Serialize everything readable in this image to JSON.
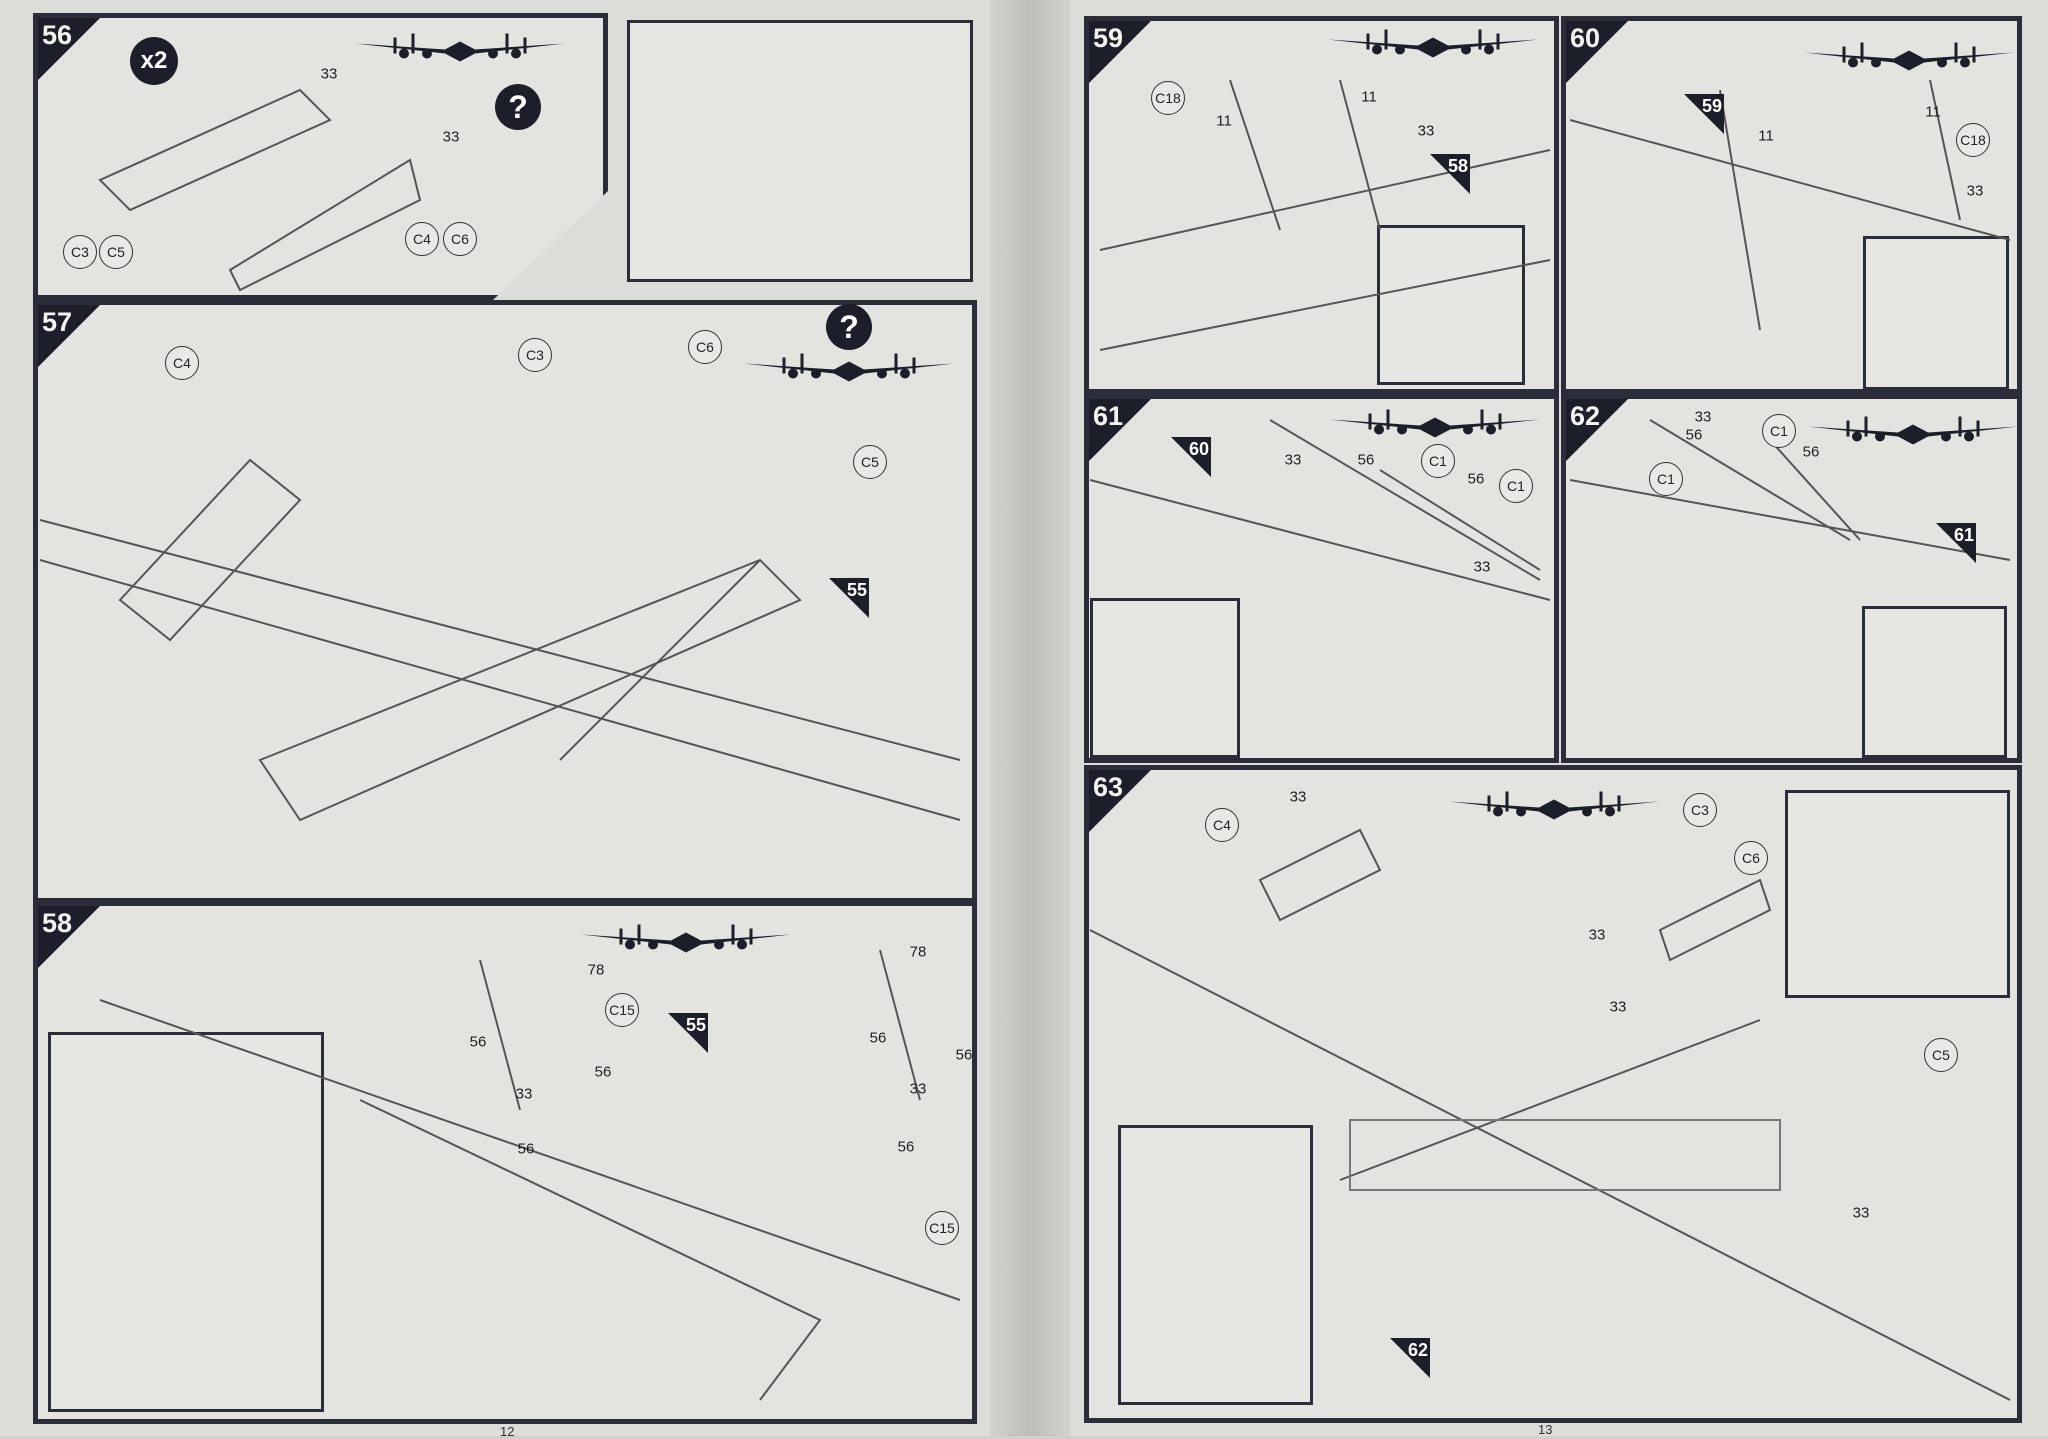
{
  "pages": [
    {
      "number": "12"
    },
    {
      "number": "13"
    }
  ],
  "panels": {
    "p56": {
      "step": "56",
      "labels": [
        {
          "text": "x2",
          "kind": "mult"
        },
        {
          "text": "33",
          "kind": "num"
        },
        {
          "text": "33",
          "kind": "num"
        },
        {
          "text": "C3",
          "kind": "part"
        },
        {
          "text": "C5",
          "kind": "part"
        },
        {
          "text": "C4",
          "kind": "part"
        },
        {
          "text": "C6",
          "kind": "part"
        },
        {
          "text": "?",
          "kind": "q"
        }
      ]
    },
    "p57": {
      "step": "57",
      "labels": [
        {
          "text": "C4",
          "kind": "part"
        },
        {
          "text": "C3",
          "kind": "part"
        },
        {
          "text": "C6",
          "kind": "part"
        },
        {
          "text": "C5",
          "kind": "part"
        },
        {
          "text": "55",
          "kind": "ref"
        },
        {
          "text": "?",
          "kind": "q"
        }
      ]
    },
    "p58": {
      "step": "58",
      "labels": [
        {
          "text": "78",
          "kind": "num"
        },
        {
          "text": "C15",
          "kind": "part"
        },
        {
          "text": "56",
          "kind": "num"
        },
        {
          "text": "56",
          "kind": "num"
        },
        {
          "text": "33",
          "kind": "num"
        },
        {
          "text": "56",
          "kind": "num"
        },
        {
          "text": "55",
          "kind": "ref"
        },
        {
          "text": "78",
          "kind": "num"
        },
        {
          "text": "56",
          "kind": "num"
        },
        {
          "text": "56",
          "kind": "num"
        },
        {
          "text": "33",
          "kind": "num"
        },
        {
          "text": "56",
          "kind": "num"
        },
        {
          "text": "C15",
          "kind": "part"
        }
      ]
    },
    "p59": {
      "step": "59",
      "labels": [
        {
          "text": "C18",
          "kind": "part"
        },
        {
          "text": "11",
          "kind": "num"
        },
        {
          "text": "11",
          "kind": "num"
        },
        {
          "text": "33",
          "kind": "num"
        },
        {
          "text": "58",
          "kind": "ref"
        }
      ]
    },
    "p60": {
      "step": "60",
      "labels": [
        {
          "text": "59",
          "kind": "ref"
        },
        {
          "text": "11",
          "kind": "num"
        },
        {
          "text": "11",
          "kind": "num"
        },
        {
          "text": "C18",
          "kind": "part"
        },
        {
          "text": "33",
          "kind": "num"
        }
      ]
    },
    "p61": {
      "step": "61",
      "labels": [
        {
          "text": "60",
          "kind": "ref"
        },
        {
          "text": "33",
          "kind": "num"
        },
        {
          "text": "56",
          "kind": "num"
        },
        {
          "text": "C1",
          "kind": "part"
        },
        {
          "text": "56",
          "kind": "num"
        },
        {
          "text": "C1",
          "kind": "part"
        },
        {
          "text": "33",
          "kind": "num"
        }
      ]
    },
    "p62": {
      "step": "62",
      "labels": [
        {
          "text": "33",
          "kind": "num"
        },
        {
          "text": "56",
          "kind": "num"
        },
        {
          "text": "C1",
          "kind": "part"
        },
        {
          "text": "C1",
          "kind": "part"
        },
        {
          "text": "56",
          "kind": "num"
        },
        {
          "text": "61",
          "kind": "ref"
        }
      ]
    },
    "p63": {
      "step": "63",
      "labels": [
        {
          "text": "C4",
          "kind": "part"
        },
        {
          "text": "33",
          "kind": "num"
        },
        {
          "text": "C3",
          "kind": "part"
        },
        {
          "text": "C6",
          "kind": "part"
        },
        {
          "text": "33",
          "kind": "num"
        },
        {
          "text": "33",
          "kind": "num"
        },
        {
          "text": "C5",
          "kind": "part"
        },
        {
          "text": "33",
          "kind": "num"
        },
        {
          "text": "62",
          "kind": "ref"
        }
      ]
    }
  },
  "icons": {
    "plane": "aircraft-front-view-icon",
    "question": "question-icon"
  },
  "colors": {
    "ink": "#1c1f2a",
    "paper": "#e3e3df"
  }
}
